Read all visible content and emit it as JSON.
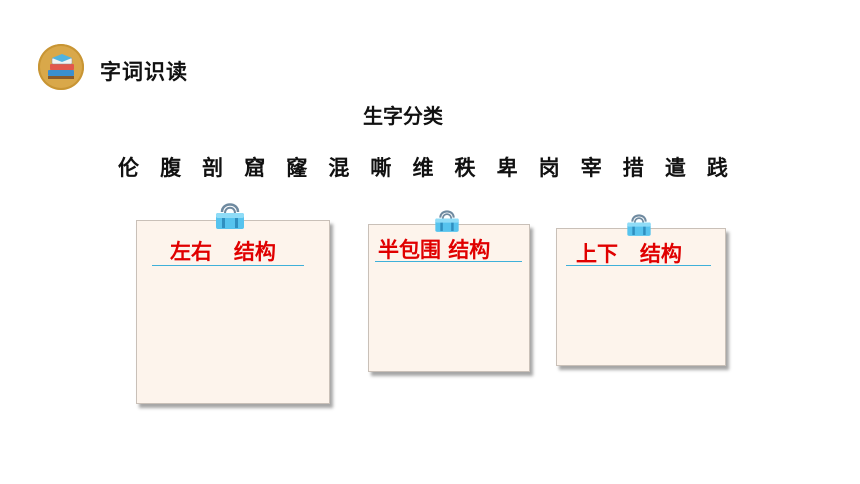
{
  "header": {
    "section_title": "字词识读",
    "icon": "books-icon"
  },
  "subtitle": "生字分类",
  "characters": [
    "伦",
    "腹",
    "剖",
    "窟",
    "窿",
    "混",
    "嘶",
    "维",
    "秩",
    "卑",
    "岗",
    "宰",
    "措",
    "遣",
    "践"
  ],
  "cards": [
    {
      "label": "左右   结构",
      "clip_icon": "binder-clip-icon"
    },
    {
      "label": "半包围 结构",
      "clip_icon": "binder-clip-icon"
    },
    {
      "label": "上下   结构",
      "clip_icon": "binder-clip-icon"
    }
  ],
  "colors": {
    "label_red": "#e00000",
    "card_bg": "#fdf4ec",
    "underline_blue": "#3fb0d9",
    "icon_gold": "#d9a84a"
  }
}
